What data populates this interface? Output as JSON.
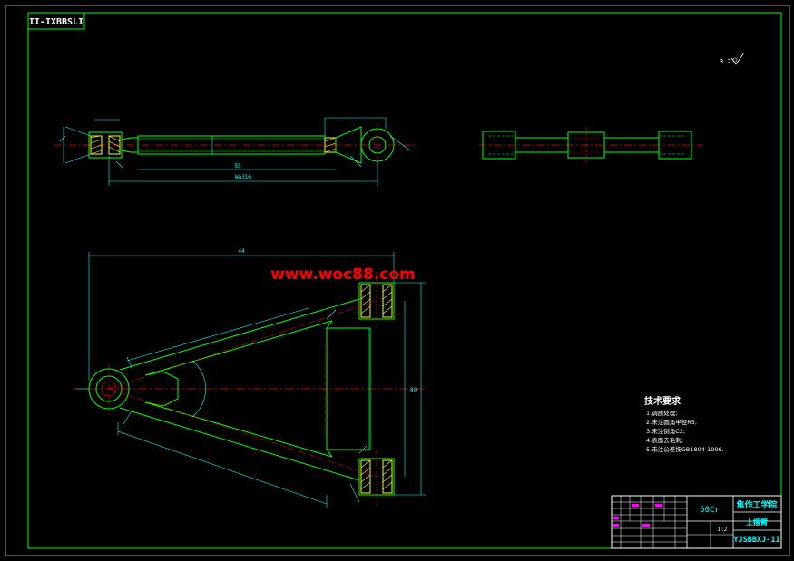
{
  "colors": {
    "background": "#000000",
    "border": "#00ff00",
    "part": "#00ff00",
    "dimension": "#00ffff",
    "centerline": "#ff0000",
    "hatch": "#ffff00",
    "note": "#ffffff",
    "title_text": "#00ffff",
    "watermark": "#ff0000"
  },
  "drawing_code_top": "II-IXBBSLI",
  "roughness_mark": "3.2",
  "watermark": "www.woc88.com",
  "dimensions": {
    "top_view_overall": "Wa316",
    "top_view_inner": "55",
    "main_width": "44",
    "main_height": "80"
  },
  "technical_requirements": {
    "title": "技术要求",
    "items": [
      "1.调质处理;",
      "2.未注圆角半径R5;",
      "3.未注倒角C2;",
      "4.表面去毛刺;",
      "5.未注公差按GB1804-1996."
    ]
  },
  "title_block": {
    "material": "50Cr",
    "school": "焦作工学院",
    "part_name": "上摆臂",
    "drawing_number": "YJSBBXJ-11",
    "scale": "1:2"
  }
}
